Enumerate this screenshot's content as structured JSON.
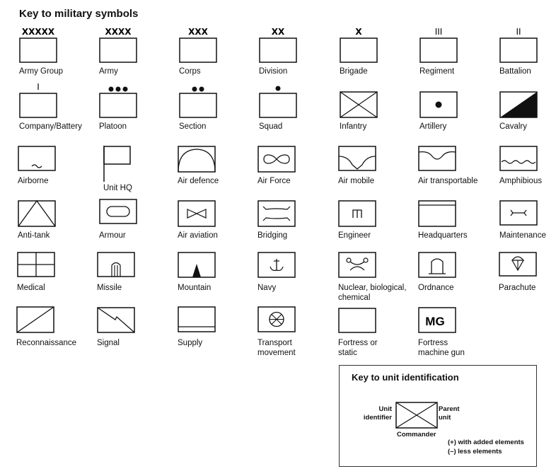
{
  "title": "Key to military symbols",
  "symbols": [
    {
      "id": "army-group",
      "label": "Army Group"
    },
    {
      "id": "army",
      "label": "Army"
    },
    {
      "id": "corps",
      "label": "Corps"
    },
    {
      "id": "division",
      "label": "Division"
    },
    {
      "id": "brigade",
      "label": "Brigade"
    },
    {
      "id": "regiment",
      "label": "Regiment"
    },
    {
      "id": "battalion",
      "label": "Battalion"
    },
    {
      "id": "company-battery",
      "label": "Company/Battery"
    },
    {
      "id": "platoon",
      "label": "Platoon"
    },
    {
      "id": "section",
      "label": "Section"
    },
    {
      "id": "squad",
      "label": "Squad"
    },
    {
      "id": "infantry",
      "label": "Infantry"
    },
    {
      "id": "artillery",
      "label": "Artillery"
    },
    {
      "id": "cavalry",
      "label": "Cavalry"
    },
    {
      "id": "airborne",
      "label": "Airborne"
    },
    {
      "id": "unit-hq",
      "label": "Unit HQ"
    },
    {
      "id": "air-defence",
      "label": "Air defence"
    },
    {
      "id": "air-force",
      "label": "Air Force"
    },
    {
      "id": "air-mobile",
      "label": "Air mobile"
    },
    {
      "id": "air-transportable",
      "label": "Air transportable"
    },
    {
      "id": "amphibious",
      "label": "Amphibious"
    },
    {
      "id": "anti-tank",
      "label": "Anti-tank"
    },
    {
      "id": "armour",
      "label": "Armour"
    },
    {
      "id": "air-aviation",
      "label": "Air aviation"
    },
    {
      "id": "bridging",
      "label": "Bridging"
    },
    {
      "id": "engineer",
      "label": "Engineer"
    },
    {
      "id": "headquarters",
      "label": "Headquarters"
    },
    {
      "id": "maintenance",
      "label": "Maintenance"
    },
    {
      "id": "medical",
      "label": "Medical"
    },
    {
      "id": "missile",
      "label": "Missile"
    },
    {
      "id": "mountain",
      "label": "Mountain"
    },
    {
      "id": "navy",
      "label": "Navy"
    },
    {
      "id": "nbc",
      "label": "Nuclear, biological,\nchemical"
    },
    {
      "id": "ordnance",
      "label": "Ordnance"
    },
    {
      "id": "parachute",
      "label": "Parachute"
    },
    {
      "id": "reconnaissance",
      "label": "Reconnaissance"
    },
    {
      "id": "signal",
      "label": "Signal"
    },
    {
      "id": "supply",
      "label": "Supply"
    },
    {
      "id": "transport-movement",
      "label": "Transport\nmovement"
    },
    {
      "id": "fortress-static",
      "label": "Fortress or\nstatic"
    },
    {
      "id": "fortress-mg",
      "label": "Fortress\nmachine gun",
      "mark": "MG"
    }
  ],
  "size_marks": {
    "army_group": "XXXXX",
    "army": "XXXX",
    "corps": "XXX",
    "division": "XX",
    "brigade": "X",
    "regiment": "III",
    "battalion": "II",
    "company": "I"
  },
  "key": {
    "title": "Key to unit identification",
    "unit_identifier": "Unit\nidentifier",
    "parent_unit": "Parent\nunit",
    "commander": "Commander",
    "added": "(+) with added elements",
    "less": "(–) less elements"
  }
}
